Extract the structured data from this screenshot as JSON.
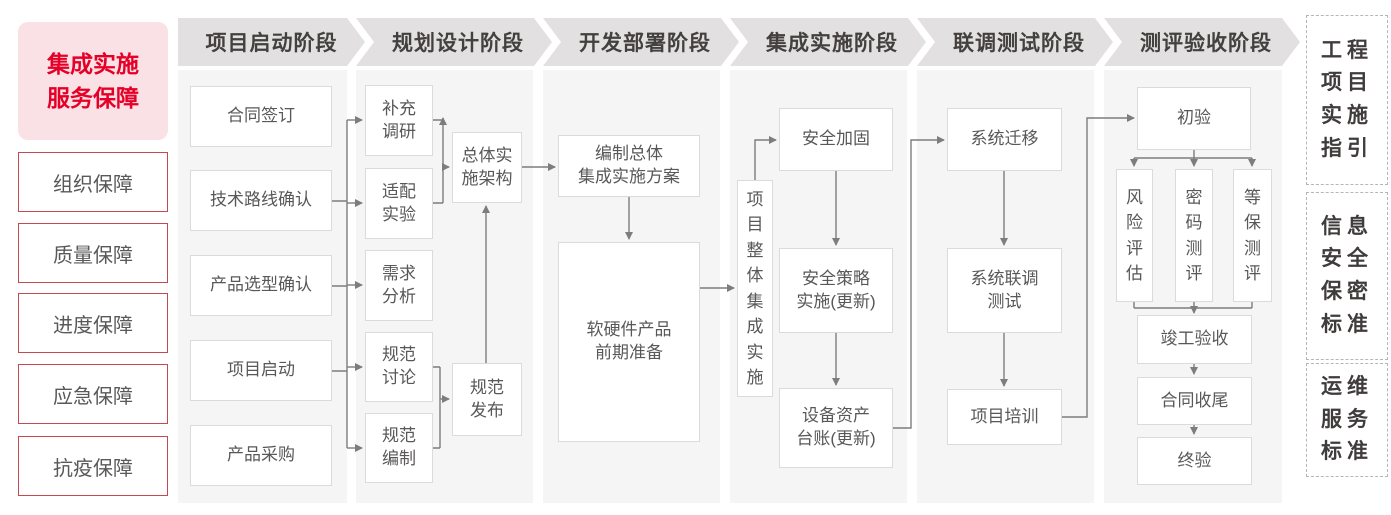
{
  "left_panel": {
    "title": "集成实施\n服务保障",
    "items": [
      "组织保障",
      "质量保障",
      "进度保障",
      "应急保障",
      "抗疫保障"
    ]
  },
  "phases": [
    {
      "label": "项目启动阶段",
      "boxes": [
        "合同签订",
        "技术路线确认",
        "产品选型确认",
        "项目启动",
        "产品采购"
      ]
    },
    {
      "label": "规划设计阶段",
      "boxes": [
        "补充\n调研",
        "适配\n实验",
        "需求\n分析",
        "规范\n讨论",
        "规范\n编制",
        "总体实\n施架构",
        "规范\n发布"
      ]
    },
    {
      "label": "开发部署阶段",
      "boxes": [
        "编制总体\n集成实施方案",
        "软硬件产品\n前期准备"
      ]
    },
    {
      "label": "集成实施阶段",
      "boxes": [
        "项目整体集成实施",
        "安全加固",
        "安全策略\n实施(更新)",
        "设备资产\n台账(更新)"
      ]
    },
    {
      "label": "联调测试阶段",
      "boxes": [
        "系统迁移",
        "系统联调\n测试",
        "项目培训"
      ]
    },
    {
      "label": "测评验收阶段",
      "boxes": [
        "初验",
        "风险评估",
        "密码测评",
        "等保测评",
        "竣工验收",
        "合同收尾",
        "终验"
      ]
    }
  ],
  "right_panel": {
    "items": [
      "工程项目实施指引",
      "信息安全保密标准",
      "运维服务标准"
    ]
  },
  "colors": {
    "accent_red": "#e60027",
    "item_border_red": "#c64853",
    "phase_header_fill": "#e2e0e0",
    "column_fill": "#f6f5f5",
    "connector_gray": "#7d7d7d"
  }
}
